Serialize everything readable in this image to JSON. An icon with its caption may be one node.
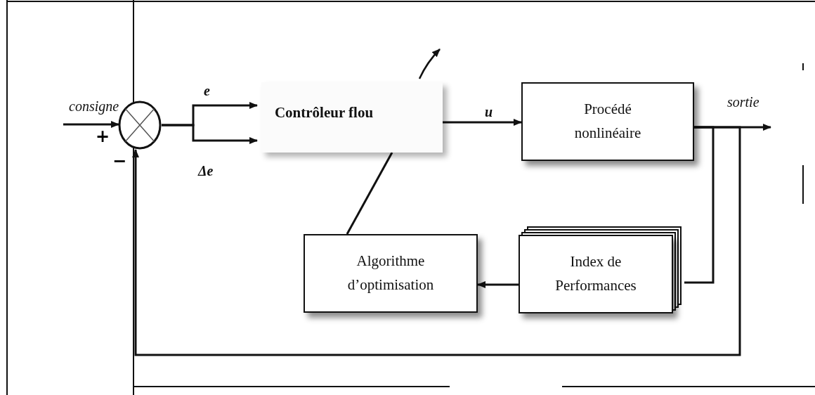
{
  "diagram": {
    "nodes": [
      {
        "text": [],
        "shape": "circle"
      },
      {
        "text": [
          "Contrôleur flou"
        ]
      },
      {
        "text": [
          "Procédé nonlinéaire"
        ]
      },
      {
        "text": [
          "Algorithme d’optimisation"
        ]
      },
      {
        "text": [
          "Index de Performances"
        ]
      }
    ],
    "edges": [
      {
        "from": null,
        "to": 0,
        "arrow": "to",
        "label": "consigne"
      },
      {
        "from": 0,
        "to": 1,
        "arrow": "to",
        "label": "e"
      },
      {
        "from": 0,
        "to": 1,
        "arrow": "to",
        "label": "Δe"
      },
      {
        "from": 1,
        "to": 2,
        "arrow": "to",
        "label": "u"
      },
      {
        "from": 2,
        "to": null,
        "arrow": "to",
        "label": "sortie"
      },
      {
        "from": 2,
        "to": 4,
        "arrow": "none"
      },
      {
        "from": 4,
        "to": 3,
        "arrow": "to"
      },
      {
        "from": 3,
        "to": 1,
        "arrow": "none"
      },
      {
        "from": 2,
        "to": 0,
        "arrow": "to"
      }
    ],
    "labels": [
      "+",
      "−"
    ]
  }
}
